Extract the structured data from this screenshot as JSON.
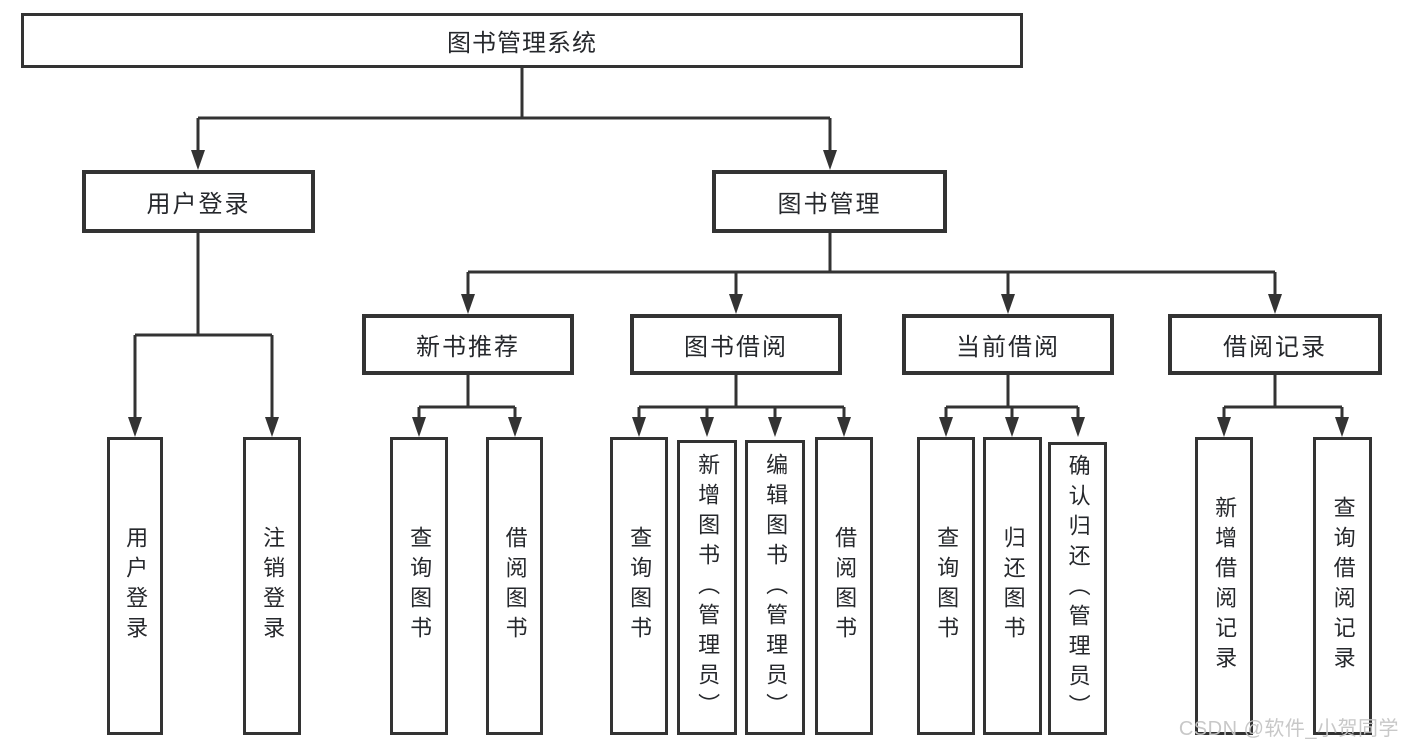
{
  "diagram": {
    "root": {
      "label": "图书管理系统"
    },
    "level2": [
      {
        "label": "用户登录"
      },
      {
        "label": "图书管理"
      }
    ],
    "level3": [
      {
        "label": "新书推荐",
        "parent": "图书管理"
      },
      {
        "label": "图书借阅",
        "parent": "图书管理"
      },
      {
        "label": "当前借阅",
        "parent": "图书管理"
      },
      {
        "label": "借阅记录",
        "parent": "图书管理"
      }
    ],
    "leaves": [
      {
        "label": "用户登录",
        "parent": "用户登录"
      },
      {
        "label": "注销登录",
        "parent": "用户登录"
      },
      {
        "label": "查询图书",
        "parent": "新书推荐"
      },
      {
        "label": "借阅图书",
        "parent": "新书推荐"
      },
      {
        "label": "查询图书",
        "parent": "图书借阅"
      },
      {
        "label": "新增图书（管理员）",
        "parent": "图书借阅"
      },
      {
        "label": "编辑图书（管理员）",
        "parent": "图书借阅"
      },
      {
        "label": "借阅图书",
        "parent": "图书借阅"
      },
      {
        "label": "查询图书",
        "parent": "当前借阅"
      },
      {
        "label": "归还图书",
        "parent": "当前借阅"
      },
      {
        "label": "确认归还（管理员）",
        "parent": "当前借阅"
      },
      {
        "label": "新增借阅记录",
        "parent": "借阅记录"
      },
      {
        "label": "查询借阅记录",
        "parent": "借阅记录"
      }
    ]
  },
  "watermark": {
    "text": "CSDN @软件_小贺同学"
  },
  "colors": {
    "line": "#333333",
    "border": "#333333",
    "text": "#26282c",
    "background": "#ffffff",
    "watermark": "#c5c5c5"
  }
}
